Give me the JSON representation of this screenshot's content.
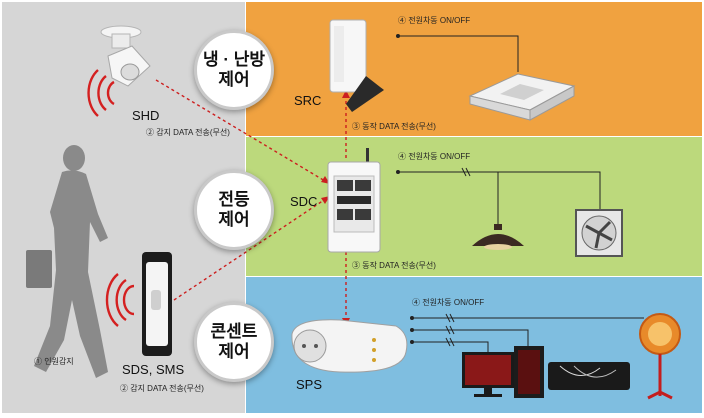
{
  "sections": {
    "hvac": {
      "title_line1": "냉 · 난방",
      "title_line2": "제어",
      "color": "#f0a240"
    },
    "light": {
      "title_line1": "전등",
      "title_line2": "제어",
      "color": "#bcd97c"
    },
    "outlet": {
      "title_line1": "콘센트",
      "title_line2": "제어",
      "color": "#7fbee0"
    }
  },
  "devices": {
    "shd": "SHD",
    "src": "SRC",
    "sdc": "SDC",
    "sds_sms": "SDS, SMS",
    "sps": "SPS"
  },
  "steps": {
    "shd_sense": "② 감지 DATA 전송(무선)",
    "sds_sense": "② 감지 DATA 전송(무선)",
    "human_sense": "① 인원감지",
    "src_action": "③ 동작 DATA 전송(무선)",
    "sdc_action": "③ 동작 DATA 전송(무선)",
    "hvac_power": "④ 전원차동 ON/OFF",
    "light_power": "④ 전원차동 ON/OFF",
    "outlet_power": "④ 전원차동 ON/OFF"
  },
  "colors": {
    "left_panel": "#d6d6d6",
    "signal_wave": "#d42020",
    "dotted_line": "#cc1f1f",
    "wire": "#222222"
  },
  "icons": [
    "ceiling-sensor-icon",
    "wall-sensor-icon",
    "person-silhouette-icon",
    "controller-icon",
    "cassette-aircon-icon",
    "pendant-lamp-icon",
    "ventilation-fan-icon",
    "smart-plug-icon",
    "monitor-icon",
    "pc-tower-icon",
    "wall-aircon-icon",
    "heater-icon"
  ]
}
